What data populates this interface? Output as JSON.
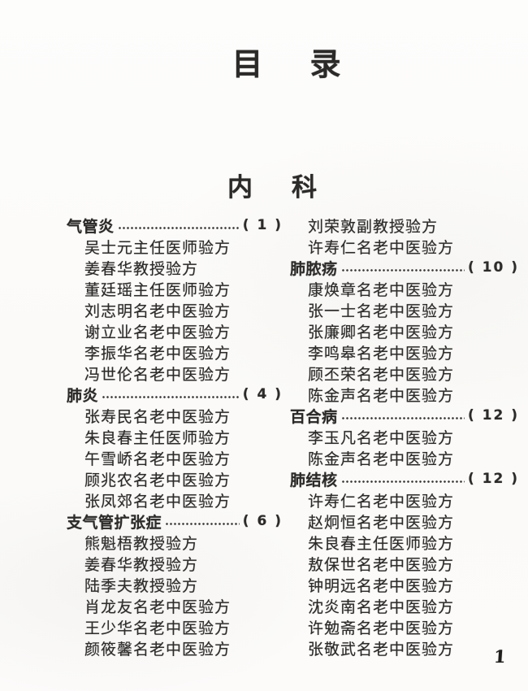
{
  "header": {
    "title_parts": [
      "目",
      "录"
    ],
    "section_parts": [
      "内",
      "科"
    ]
  },
  "folio": "1",
  "toc": {
    "left": [
      {
        "type": "section",
        "label": "气管炎",
        "page": "( 1 )"
      },
      {
        "type": "entry",
        "label": "吴士元主任医师验方"
      },
      {
        "type": "entry",
        "label": "姜春华教授验方"
      },
      {
        "type": "entry",
        "label": "董廷瑶主任医师验方"
      },
      {
        "type": "entry",
        "label": "刘志明名老中医验方"
      },
      {
        "type": "entry",
        "label": "谢立业名老中医验方"
      },
      {
        "type": "entry",
        "label": "李振华名老中医验方"
      },
      {
        "type": "entry",
        "label": "冯世伦名老中医验方"
      },
      {
        "type": "section",
        "label": "肺炎",
        "page": "( 4 )"
      },
      {
        "type": "entry",
        "label": "张寿民名老中医验方"
      },
      {
        "type": "entry",
        "label": "朱良春主任医师验方"
      },
      {
        "type": "entry",
        "label": "午雪峤名老中医验方"
      },
      {
        "type": "entry",
        "label": "顾兆农名老中医验方"
      },
      {
        "type": "entry",
        "label": "张凤郊名老中医验方"
      },
      {
        "type": "section",
        "label": "支气管扩张症",
        "page": "( 6 )"
      },
      {
        "type": "entry",
        "label": "熊魁梧教授验方"
      },
      {
        "type": "entry",
        "label": "姜春华教授验方"
      },
      {
        "type": "entry",
        "label": "陆季夫教授验方"
      },
      {
        "type": "entry",
        "label": "肖龙友名老中医验方"
      },
      {
        "type": "entry",
        "label": "王少华名老中医验方"
      },
      {
        "type": "entry",
        "label": "颜筱馨名老中医验方"
      }
    ],
    "right": [
      {
        "type": "entry",
        "label": "刘荣敦副教授验方"
      },
      {
        "type": "entry",
        "label": "许寿仁名老中医验方"
      },
      {
        "type": "section",
        "label": "肺脓疡",
        "page": "( 10 )"
      },
      {
        "type": "entry",
        "label": "康焕章名老中医验方"
      },
      {
        "type": "entry",
        "label": "张一士名老中医验方"
      },
      {
        "type": "entry",
        "label": "张廉卿名老中医验方"
      },
      {
        "type": "entry",
        "label": "李鸣皋名老中医验方"
      },
      {
        "type": "entry",
        "label": "顾丕荣名老中医验方"
      },
      {
        "type": "entry",
        "label": "陈金声名老中医验方"
      },
      {
        "type": "section",
        "label": "百合病",
        "page": "( 12 )"
      },
      {
        "type": "entry",
        "label": "李玉凡名老中医验方"
      },
      {
        "type": "entry",
        "label": "陈金声名老中医验方"
      },
      {
        "type": "section",
        "label": "肺结核",
        "page": "( 12 )"
      },
      {
        "type": "entry",
        "label": "许寿仁名老中医验方"
      },
      {
        "type": "entry",
        "label": "赵炯恒名老中医验方"
      },
      {
        "type": "entry",
        "label": "朱良春主任医师验方"
      },
      {
        "type": "entry",
        "label": "敖保世名老中医验方"
      },
      {
        "type": "entry",
        "label": "钟明远名老中医验方"
      },
      {
        "type": "entry",
        "label": "沈炎南名老中医验方"
      },
      {
        "type": "entry",
        "label": "许勉斋名老中医验方"
      },
      {
        "type": "entry",
        "label": "张敬武名老中医验方"
      }
    ]
  }
}
